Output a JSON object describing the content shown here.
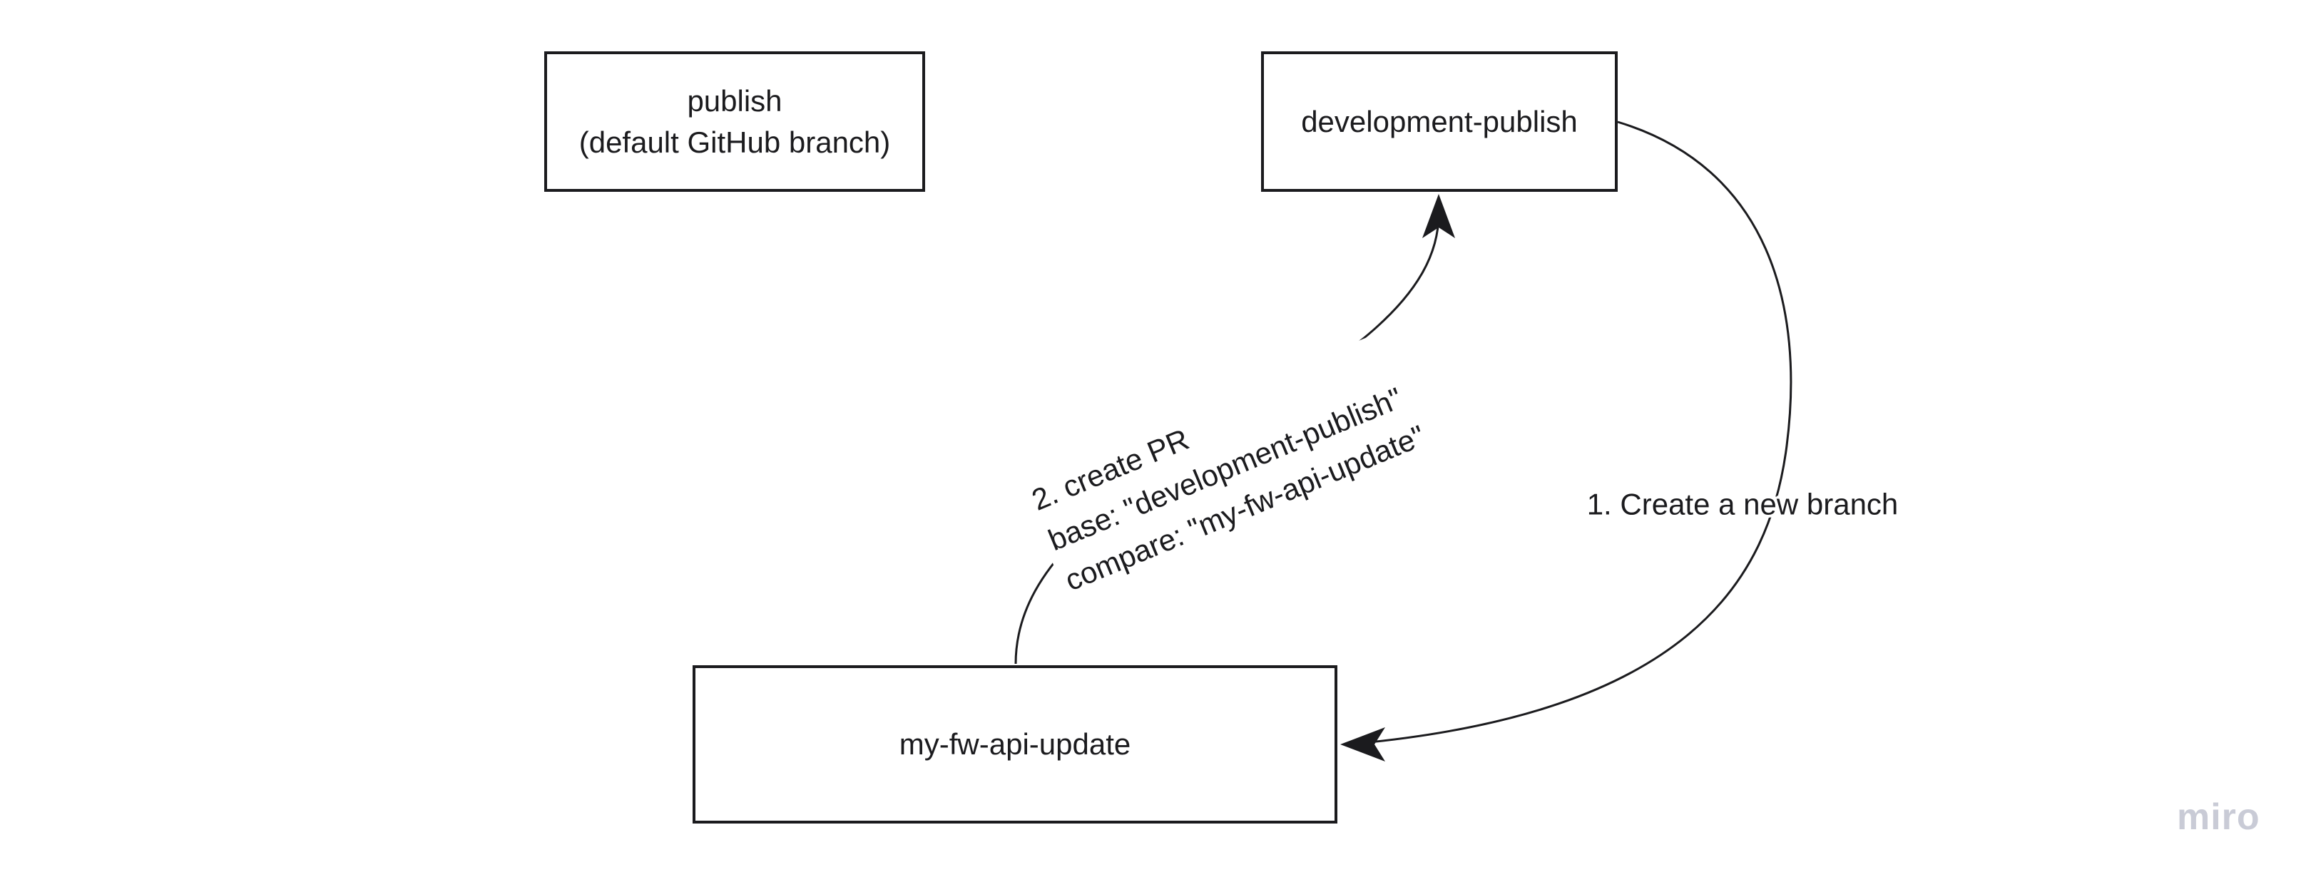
{
  "board": {
    "boxes": {
      "publish": {
        "label": "publish\n(default GitHub branch)"
      },
      "development_publish": {
        "label": "development-publish"
      },
      "my_fw_api_update": {
        "label": "my-fw-api-update"
      }
    },
    "connectors": {
      "create_branch": {
        "label": "1. Create a new branch",
        "from": "development-publish",
        "to": "my-fw-api-update"
      },
      "create_pr": {
        "label": "2. create PR\nbase: \"development-publish\"\ncompare: \"my-fw-api-update\"",
        "from": "my-fw-api-update",
        "to": "development-publish"
      }
    },
    "watermark": "miro",
    "colors": {
      "stroke": "#1b1b1e",
      "text": "#1b1b1e",
      "background": "#ffffff",
      "watermark": "#c9cbd6"
    }
  }
}
